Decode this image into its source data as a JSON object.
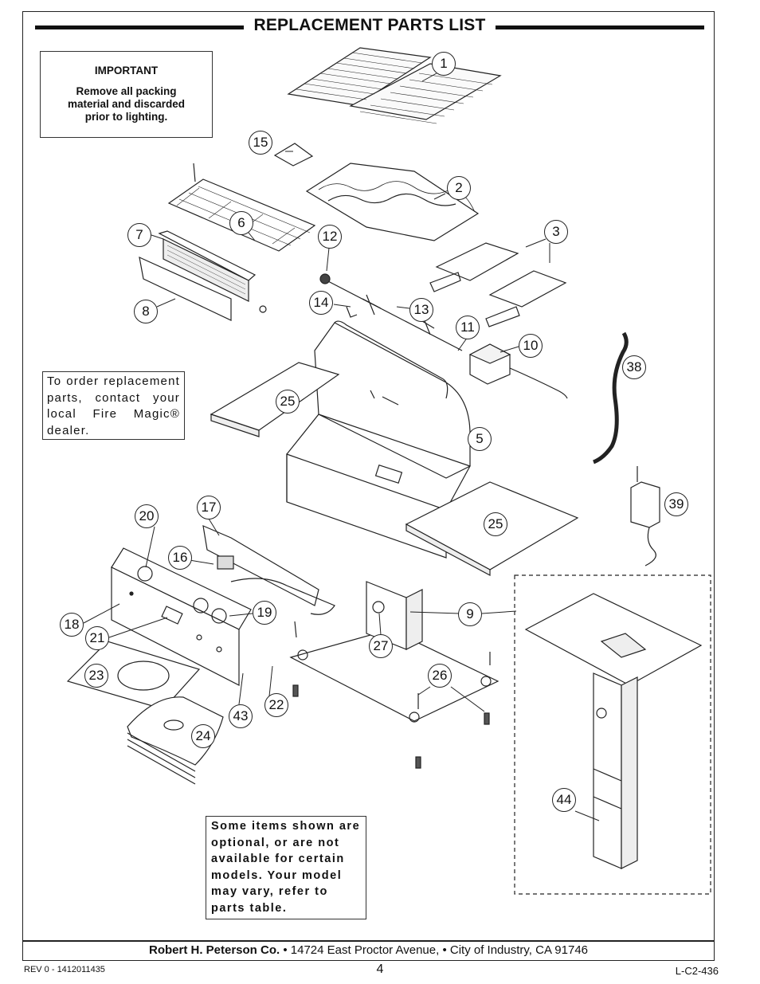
{
  "header": {
    "title": "REPLACEMENT PARTS LIST"
  },
  "important": {
    "heading": "IMPORTANT",
    "line1": "Remove all packing",
    "line2": "material and  discarded",
    "line3": "prior to lighting."
  },
  "order_note": {
    "text": "To order replacement parts, contact your local Fire Magic® dealer."
  },
  "optional_note": {
    "text": "Some items shown are optional, or are not available for certain models. Your model may vary, refer to parts table."
  },
  "footer": {
    "company": "Robert H. Peterson Co.",
    "address": " • 14724 East Proctor Avenue, • City of Industry, CA 91746",
    "revision": "REV 0 - 1412011435",
    "page": "4",
    "doc_code": "L-C2-436"
  },
  "callouts": {
    "c1": "1",
    "c2": "2",
    "c3": "3",
    "c5": "5",
    "c6": "6",
    "c7": "7",
    "c8": "8",
    "c9": "9",
    "c10": "10",
    "c11": "11",
    "c12": "12",
    "c13": "13",
    "c14": "14",
    "c15": "15",
    "c16": "16",
    "c17": "17",
    "c18": "18",
    "c19": "19",
    "c20": "20",
    "c21": "21",
    "c22": "22",
    "c23": "23",
    "c24": "24",
    "c25a": "25",
    "c25b": "25",
    "c26": "26",
    "c27": "27",
    "c38": "38",
    "c39": "39",
    "c43": "43",
    "c44": "44"
  }
}
